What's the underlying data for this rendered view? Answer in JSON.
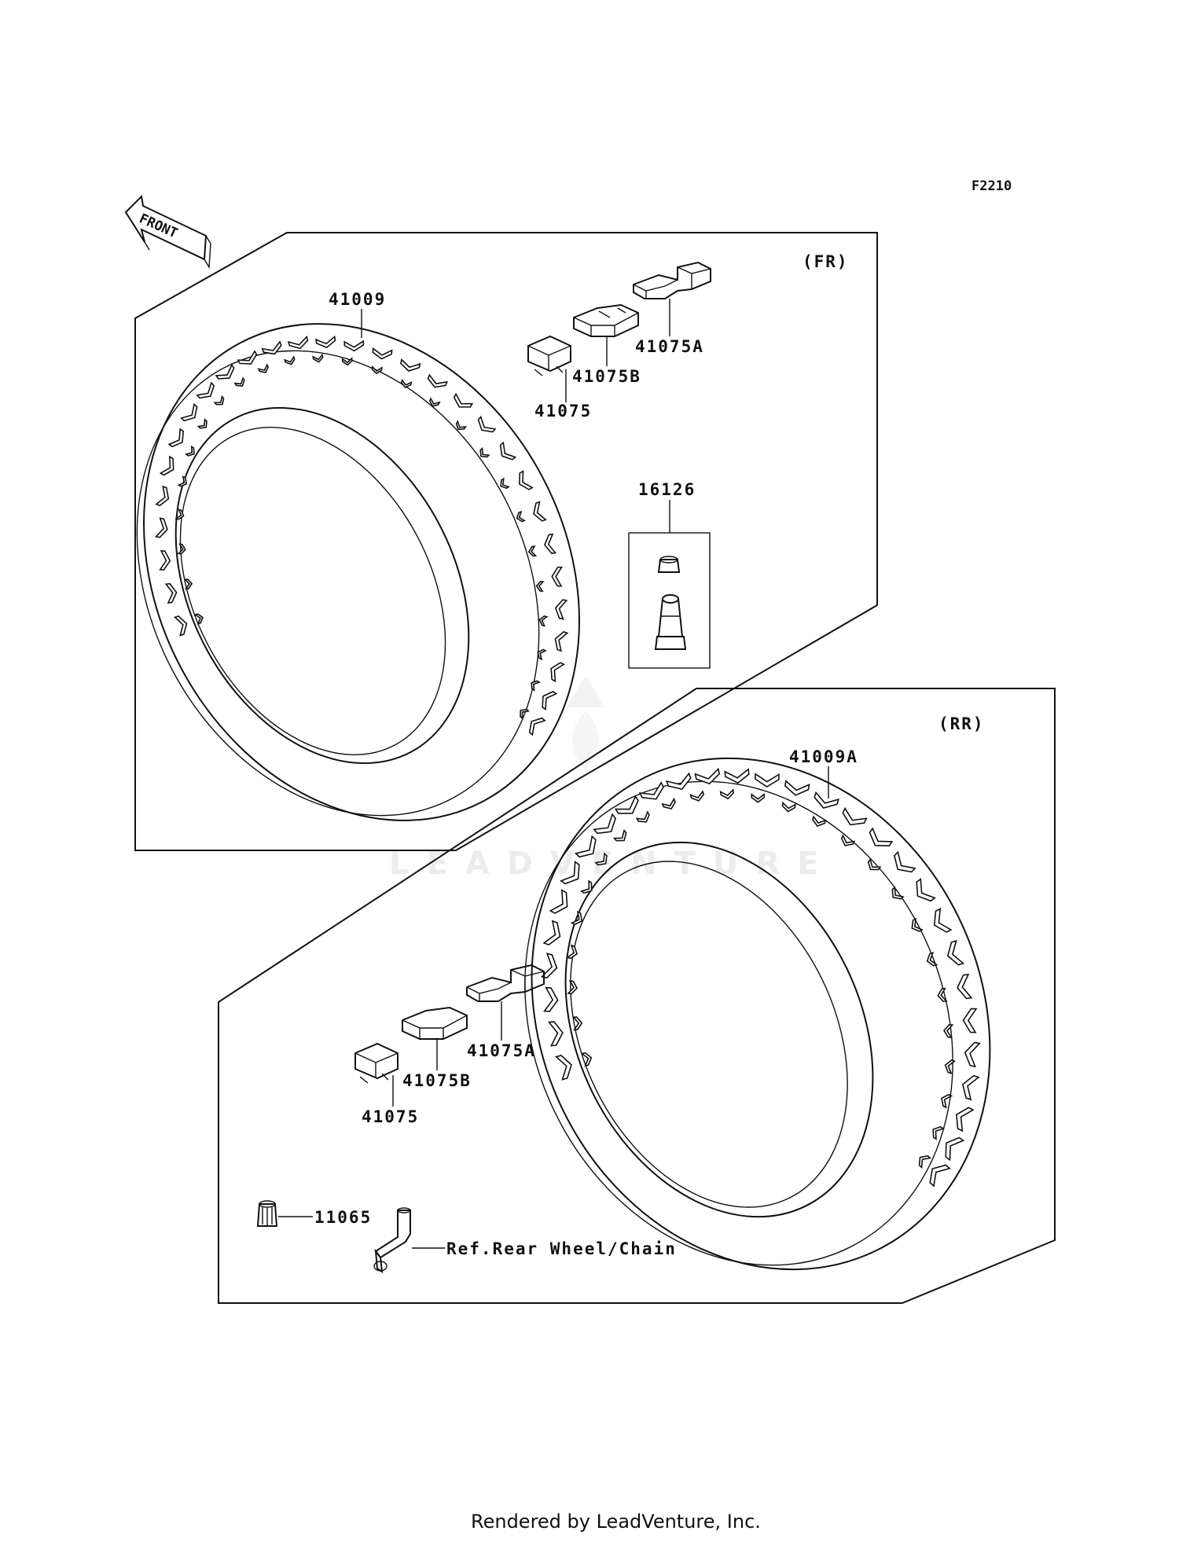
{
  "diagram": {
    "code": "F2210",
    "front_arrow": "FRONT",
    "watermark": "LEADVENTURE",
    "front_section": {
      "label": "(FR)",
      "parts": {
        "tire": "41009",
        "weight": "41075",
        "weight_b": "41075B",
        "weight_a": "41075A",
        "valve": "16126"
      }
    },
    "rear_section": {
      "label": "(RR)",
      "parts": {
        "tire": "41009A",
        "weight": "41075",
        "weight_b": "41075B",
        "weight_a": "41075A",
        "cap": "11065",
        "ref": "Ref.Rear Wheel/Chain"
      }
    },
    "footer": "Rendered by LeadVenture, Inc."
  }
}
